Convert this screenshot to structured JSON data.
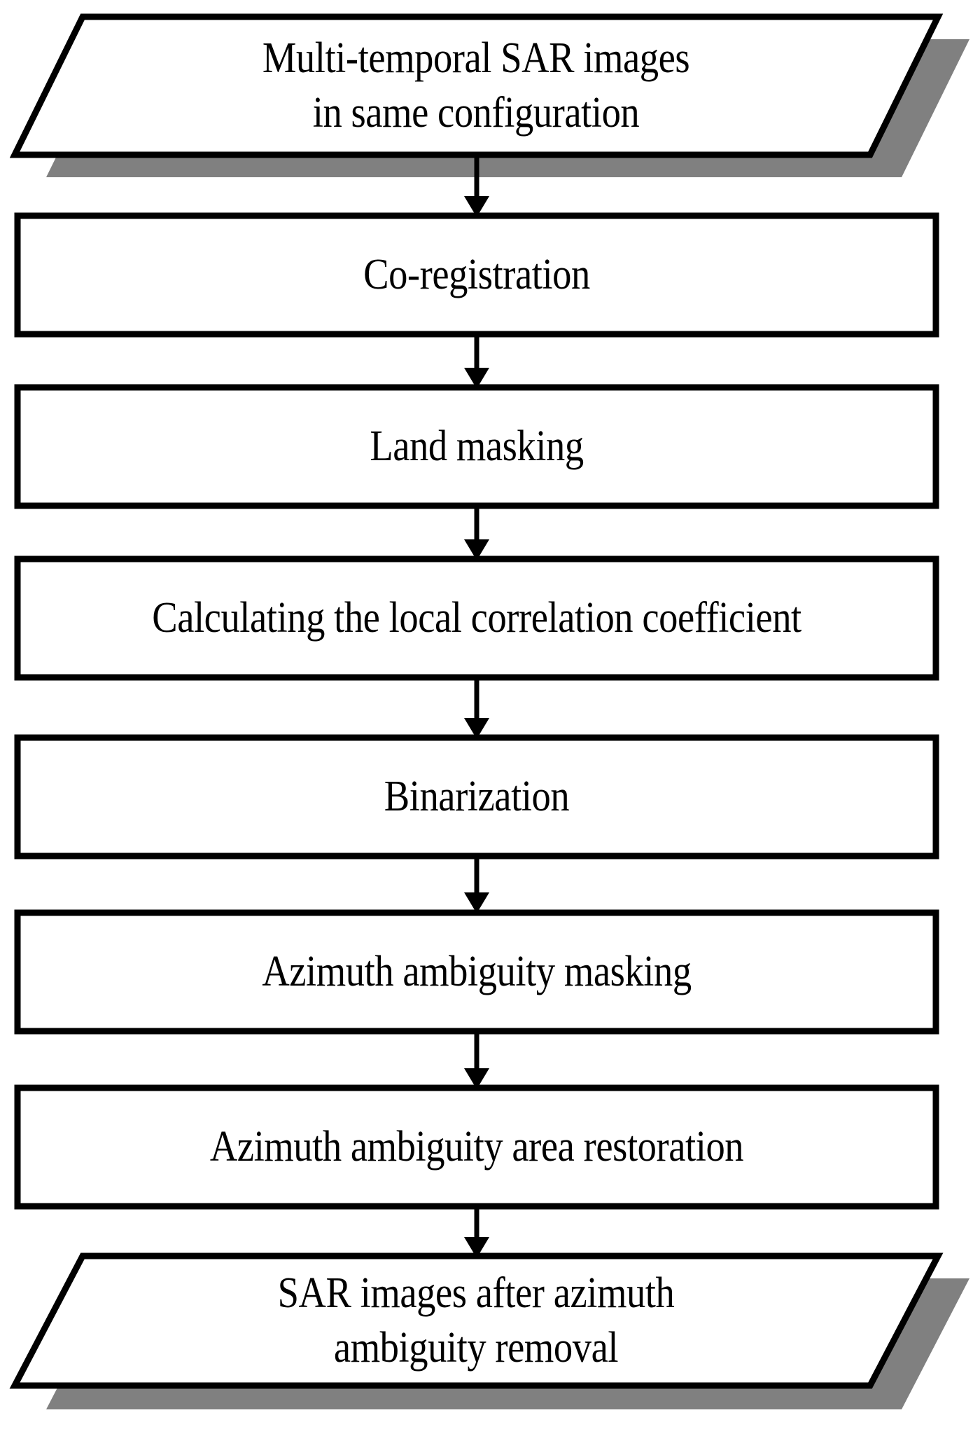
{
  "diagram": {
    "title": "SAR azimuth ambiguity removal processing flowchart",
    "colors": {
      "stroke": "#000000",
      "fill": "#ffffff",
      "shadow": "#808080",
      "text": "#000000"
    },
    "nodes": [
      {
        "id": "input",
        "shape": "parallelogram",
        "lines": [
          "Multi-temporal SAR images",
          "in same configuration"
        ],
        "text": "Multi-temporal SAR images\nin same configuration",
        "has_shadow": true
      },
      {
        "id": "coregistration",
        "shape": "rectangle",
        "lines": [
          "Co-registration"
        ],
        "text": "Co-registration",
        "has_shadow": false
      },
      {
        "id": "land-masking",
        "shape": "rectangle",
        "lines": [
          "Land masking"
        ],
        "text": "Land masking",
        "has_shadow": false
      },
      {
        "id": "local-correlation",
        "shape": "rectangle",
        "lines": [
          "Calculating the local correlation coefficient"
        ],
        "text": "Calculating the local correlation coefficient",
        "has_shadow": false
      },
      {
        "id": "binarization",
        "shape": "rectangle",
        "lines": [
          "Binarization"
        ],
        "text": "Binarization",
        "has_shadow": false
      },
      {
        "id": "ambiguity-masking",
        "shape": "rectangle",
        "lines": [
          "Azimuth ambiguity masking"
        ],
        "text": "Azimuth ambiguity masking",
        "has_shadow": false
      },
      {
        "id": "area-restoration",
        "shape": "rectangle",
        "lines": [
          "Azimuth ambiguity area restoration"
        ],
        "text": "Azimuth ambiguity area restoration",
        "has_shadow": false
      },
      {
        "id": "output",
        "shape": "parallelogram",
        "lines": [
          "SAR images after azimuth",
          "ambiguity removal"
        ],
        "text": "SAR images after azimuth\nambiguity removal",
        "has_shadow": true
      }
    ],
    "connectors": [
      {
        "id": "arrow-1",
        "from": "input",
        "to": "coregistration",
        "direction": "down"
      },
      {
        "id": "arrow-2",
        "from": "coregistration",
        "to": "land-masking",
        "direction": "down"
      },
      {
        "id": "arrow-3",
        "from": "land-masking",
        "to": "local-correlation",
        "direction": "down"
      },
      {
        "id": "arrow-4",
        "from": "local-correlation",
        "to": "binarization",
        "direction": "down"
      },
      {
        "id": "arrow-5",
        "from": "binarization",
        "to": "ambiguity-masking",
        "direction": "down"
      },
      {
        "id": "arrow-6",
        "from": "ambiguity-masking",
        "to": "area-restoration",
        "direction": "down"
      },
      {
        "id": "arrow-7",
        "from": "area-restoration",
        "to": "output",
        "direction": "down"
      }
    ]
  }
}
